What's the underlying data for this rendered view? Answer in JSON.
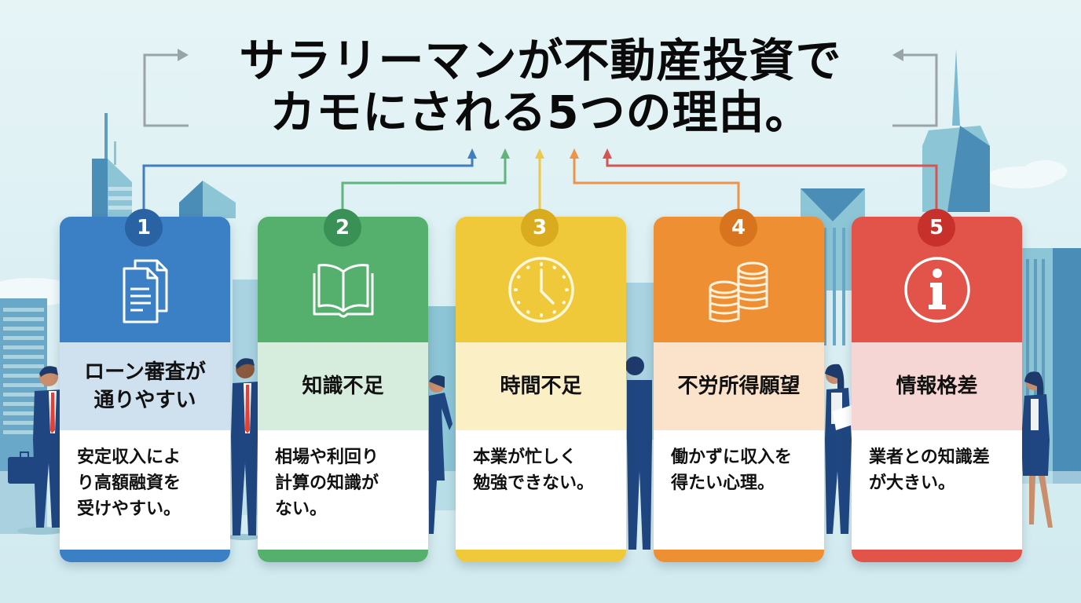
{
  "title": {
    "line1": "サラリーマンが不動産投資で",
    "line2": "カモにされる5つの理由。"
  },
  "reasons": [
    {
      "number": "1",
      "icon": "documents-icon",
      "heading_lines": [
        "ローン審査が",
        "通りやすい"
      ],
      "description_lines": [
        "安定収入によ",
        "り高額融資を",
        "受けやすい。"
      ],
      "colors": {
        "head": "#3b7fc4",
        "badge": "#2a63a3",
        "band": "#cfe0ef",
        "foot": "#3b7fc4",
        "connector": "#3f7fbf"
      }
    },
    {
      "number": "2",
      "icon": "open-book-icon",
      "heading_lines": [
        "知識不足"
      ],
      "description_lines": [
        "相場や利回り",
        "計算の知識が",
        "ない。"
      ],
      "colors": {
        "head": "#55b06e",
        "badge": "#3a9156",
        "band": "#d6ecdc",
        "foot": "#55b06e",
        "connector": "#5fb57a"
      }
    },
    {
      "number": "3",
      "icon": "clock-icon",
      "heading_lines": [
        "時間不足"
      ],
      "description_lines": [
        "本業が忙しく",
        "勉強できない。"
      ],
      "colors": {
        "head": "#f0c93a",
        "badge": "#d9ab1e",
        "band": "#fbefc6",
        "foot": "#f0c93a",
        "connector": "#eec84a"
      }
    },
    {
      "number": "4",
      "icon": "coin-stacks-icon",
      "heading_lines": [
        "不労所得願望"
      ],
      "description_lines": [
        "働かずに収入を",
        "得たい心理。"
      ],
      "colors": {
        "head": "#ef8f33",
        "badge": "#d7741d",
        "band": "#fbe2cb",
        "foot": "#ef8f33",
        "connector": "#ec944a"
      }
    },
    {
      "number": "5",
      "icon": "info-icon",
      "heading_lines": [
        "情報格差"
      ],
      "description_lines": [
        "業者との知識差",
        "が大きい。"
      ],
      "colors": {
        "head": "#e2534a",
        "badge": "#c8302c",
        "band": "#f6d6d4",
        "foot": "#e2534a",
        "connector": "#d45650"
      }
    }
  ],
  "decor": {
    "bracket_color": "#9aa3a7",
    "building_dark": "#4a8db6",
    "building_light": "#8cc5d6",
    "suit_color": "#1f4680",
    "tie_color": "#e0423a"
  }
}
